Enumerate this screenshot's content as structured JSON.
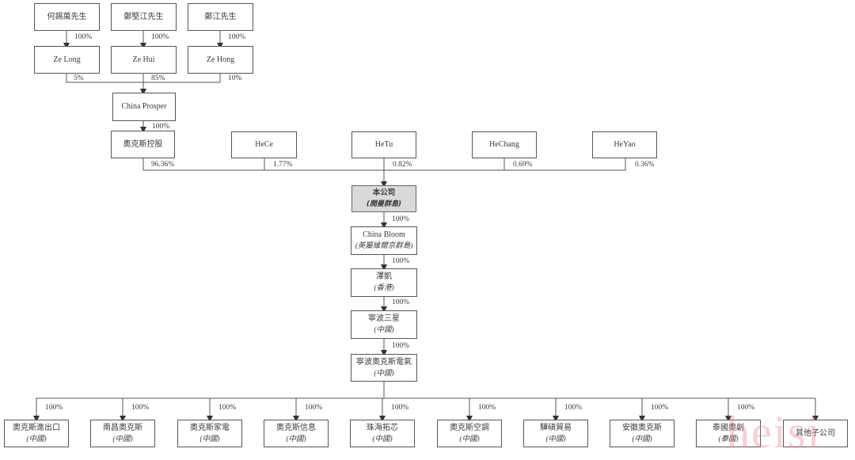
{
  "founders": [
    {
      "name": "何錫萬先生",
      "pct": "100%"
    },
    {
      "name": "鄭堅江先生",
      "pct": "100%"
    },
    {
      "name": "鄭江先生",
      "pct": "100%"
    }
  ],
  "holdcos": [
    {
      "name": "Ze Long",
      "pct": "5%"
    },
    {
      "name": "Ze Hui",
      "pct": "85%"
    },
    {
      "name": "Ze Hong",
      "pct": "10%"
    }
  ],
  "china_prosper": {
    "name": "China Prosper",
    "pct": "100%"
  },
  "shareholders": [
    {
      "name": "奧克斯控股",
      "pct": "96.36%"
    },
    {
      "name": "HeCe",
      "pct": "1.77%"
    },
    {
      "name": "HeTu",
      "pct": "0.82%"
    },
    {
      "name": "HeChang",
      "pct": "0.69%"
    },
    {
      "name": "HeYao",
      "pct": "0.36%"
    }
  ],
  "chain": [
    {
      "name": "本公司",
      "sub": "(開曼群島)",
      "pct": "100%"
    },
    {
      "name": "China Bloom",
      "sub": "(英屬維爾京群島)",
      "pct": "100%"
    },
    {
      "name": "澤凱",
      "sub": "(香港)",
      "pct": "100%"
    },
    {
      "name": "寧波三星",
      "sub": "(中國)",
      "pct": "100%"
    },
    {
      "name": "寧波奧克斯電氣",
      "sub": "(中國)"
    }
  ],
  "subsidiaries": [
    {
      "name": "奧克斯進出口",
      "sub": "(中國)",
      "pct": "100%"
    },
    {
      "name": "南昌奧克斯",
      "sub": "(中國)",
      "pct": "100%"
    },
    {
      "name": "奧克斯家電",
      "sub": "(中國)",
      "pct": "100%"
    },
    {
      "name": "奧克斯信息",
      "sub": "(中國)",
      "pct": "100%"
    },
    {
      "name": "珠海拓芯",
      "sub": "(中國)",
      "pct": "100%"
    },
    {
      "name": "奧克斯空調",
      "sub": "(中國)",
      "pct": "100%"
    },
    {
      "name": "驊碩貿易",
      "sub": "(中國)",
      "pct": "100%"
    },
    {
      "name": "安徽奧克斯",
      "sub": "(中國)",
      "pct": "100%"
    },
    {
      "name": "泰國奧創",
      "sub": "(泰國)",
      "pct": "100%"
    },
    {
      "name": "其他子公司",
      "sub": ""
    }
  ],
  "watermark": "heisi",
  "colors": {
    "line": "#555555",
    "company_fill": "#d9d9d9",
    "watermark": "#e6788c"
  }
}
